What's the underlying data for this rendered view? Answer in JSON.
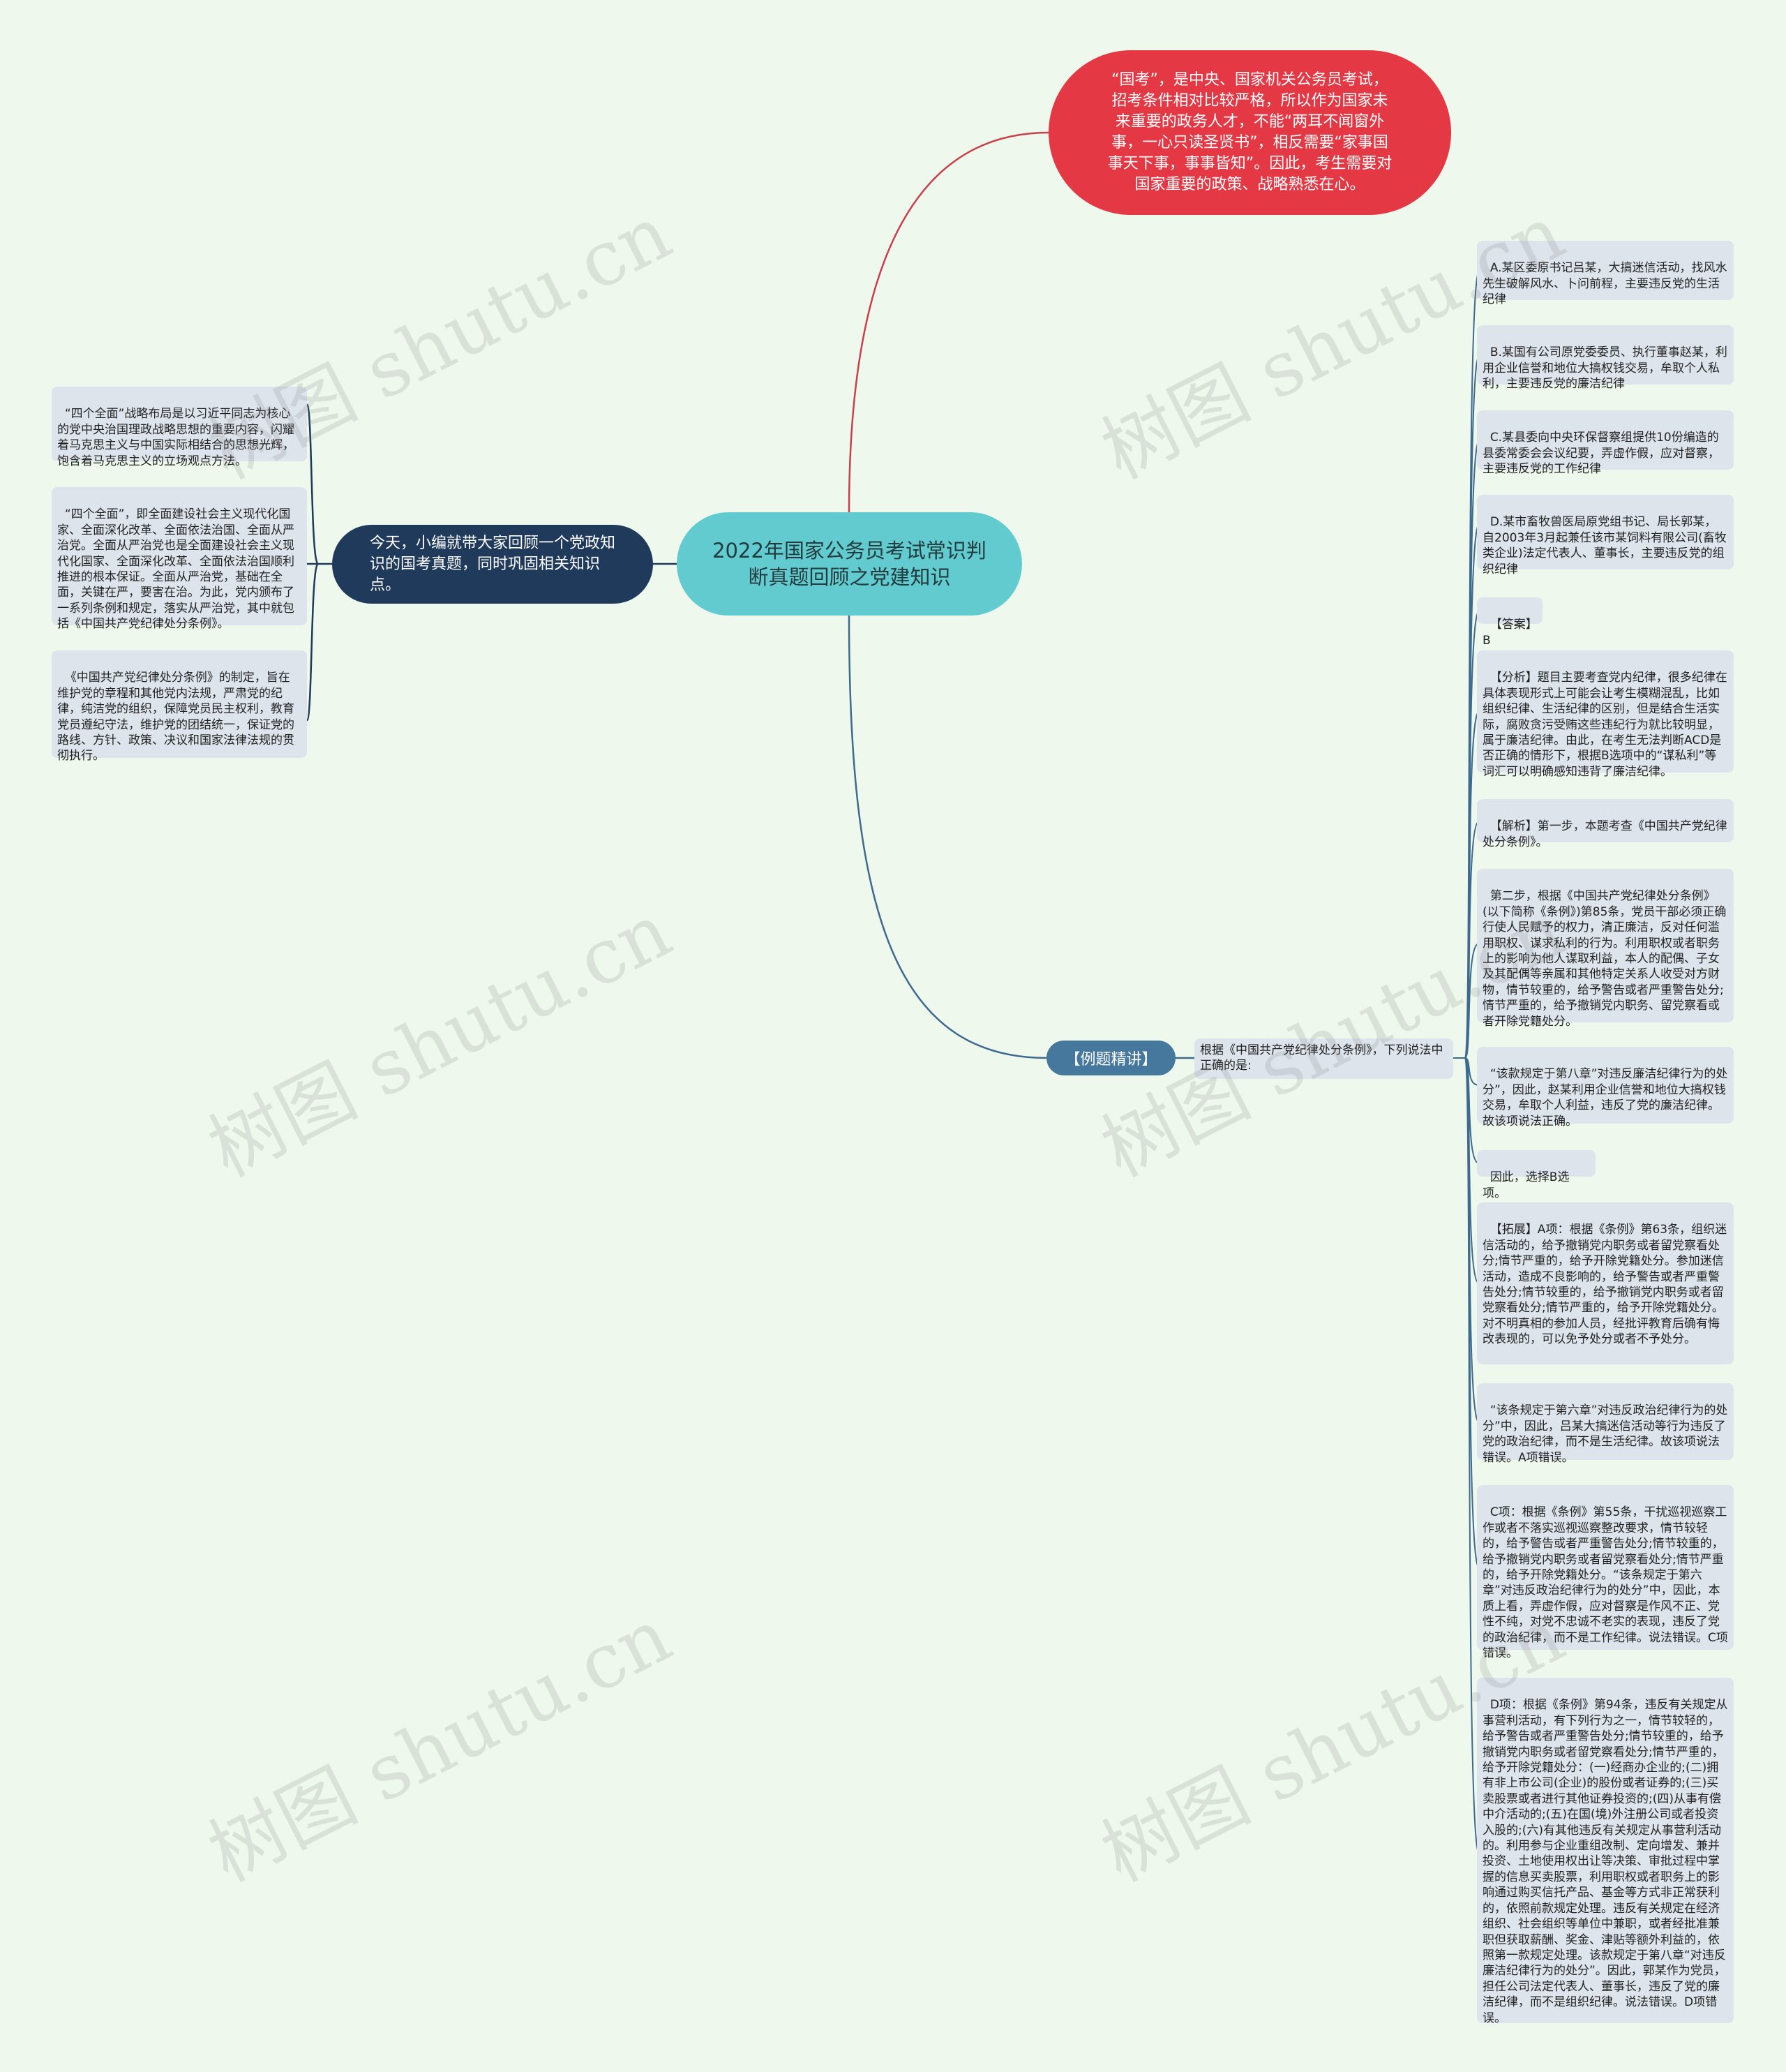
{
  "root": {
    "title": "2022年国家公务员考试常识判断真题回顾之党建知识"
  },
  "intro_node": {
    "text": "“国考”，是中央、国家机关公务员考试，招考条件相对比较严格，所以作为国家未来重要的政务人才，不能“两耳不闻窗外事，一心只读圣贤书”，相反需要“家事国事天下事，事事皆知”。因此，考生需要对国家重要的政策、战略熟悉在心。"
  },
  "left_branch": {
    "label": "今天，小编就带大家回顾一个党政知识的国考真题，同时巩固相关知识点。",
    "leaves": [
      "“四个全面”战略布局是以习近平同志为核心的党中央治国理政战略思想的重要内容，闪耀着马克思主义与中国实际相结合的思想光辉，饱含着马克思主义的立场观点方法。",
      "“四个全面”，即全面建设社会主义现代化国家、全面深化改革、全面依法治国、全面从严治党。全面从严治党也是全面建设社会主义现代化国家、全面深化改革、全面依法治国顺利推进的根本保证。全面从严治党，基础在全面，关键在严，要害在治。为此，党内颁布了一系列条例和规定，落实从严治党，其中就包括《中国共产党纪律处分条例》。",
      "《中国共产党纪律处分条例》的制定，旨在维护党的章程和其他党内法规，严肃党的纪律，纯洁党的组织，保障党员民主权利，教育党员遵纪守法，维护党的团结统一，保证党的路线、方针、政策、决议和国家法律法规的贯彻执行。"
    ]
  },
  "right_branch": {
    "tag": "【例题精讲】",
    "question": "根据《中国共产党纪律处分条例》，下列说法中正确的是:",
    "leaves": [
      "A.某区委原书记吕某，大搞迷信活动，找风水先生破解风水、卜问前程，主要违反党的生活纪律",
      "B.某国有公司原党委委员、执行董事赵某，利用企业信誉和地位大搞权钱交易，牟取个人私利，主要违反党的廉洁纪律",
      "C.某县委向中央环保督察组提供10份编造的县委常委会会议纪要，弄虚作假，应对督察，主要违反党的工作纪律",
      "D.某市畜牧兽医局原党组书记、局长郭某，自2003年3月起兼任该市某饲料有限公司(畜牧类企业)法定代表人、董事长，主要违反党的组织纪律",
      "【答案】B",
      "【分析】题目主要考查党内纪律，很多纪律在具体表现形式上可能会让考生模糊混乱，比如组织纪律、生活纪律的区别，但是结合生活实际，腐败贪污受贿这些违纪行为就比较明显，属于廉洁纪律。由此，在考生无法判断ACD是否正确的情形下，根据B选项中的“谋私利”等词汇可以明确感知违背了廉洁纪律。",
      "【解析】第一步，本题考查《中国共产党纪律处分条例》。",
      "第二步，根据《中国共产党纪律处分条例》(以下简称《条例》)第85条，党员干部必须正确行使人民赋予的权力，清正廉洁，反对任何滥用职权、谋求私利的行为。利用职权或者职务上的影响为他人谋取利益，本人的配偶、子女及其配偶等亲属和其他特定关系人收受对方财物，情节较重的，给予警告或者严重警告处分;情节严重的，给予撤销党内职务、留党察看或者开除党籍处分。",
      "“该款规定于第八章”对违反廉洁纪律行为的处分”，因此，赵某利用企业信誉和地位大搞权钱交易，牟取个人利益，违反了党的廉洁纪律。故该项说法正确。",
      "因此，选择B选项。",
      "【拓展】A项：根据《条例》第63条，组织迷信活动的，给予撤销党内职务或者留党察看处分;情节严重的，给予开除党籍处分。参加迷信活动，造成不良影响的，给予警告或者严重警告处分;情节较重的，给予撤销党内职务或者留党察看处分;情节严重的，给予开除党籍处分。对不明真相的参加人员，经批评教育后确有悔改表现的，可以免予处分或者不予处分。",
      "“该条规定于第六章”对违反政治纪律行为的处分”中，因此，吕某大搞迷信活动等行为违反了党的政治纪律，而不是生活纪律。故该项说法错误。A项错误。",
      "C项：根据《条例》第55条，干扰巡视巡察工作或者不落实巡视巡察整改要求，情节较轻的，给予警告或者严重警告处分;情节较重的，给予撤销党内职务或者留党察看处分;情节严重的，给予开除党籍处分。“该条规定于第六章”对违反政治纪律行为的处分”中，因此，本质上看，弄虚作假，应对督察是作风不正、党性不纯，对党不忠诚不老实的表现，违反了党的政治纪律，而不是工作纪律。说法错误。C项错误。",
      "D项：根据《条例》第94条，违反有关规定从事营利活动，有下列行为之一，情节较轻的，给予警告或者严重警告处分;情节较重的，给予撤销党内职务或者留党察看处分;情节严重的，给予开除党籍处分：(一)经商办企业的;(二)拥有非上市公司(企业)的股份或者证券的;(三)买卖股票或者进行其他证券投资的;(四)从事有偿中介活动的;(五)在国(境)外注册公司或者投资入股的;(六)有其他违反有关规定从事营利活动的。利用参与企业重组改制、定向增发、兼并投资、土地使用权出让等决策、审批过程中掌握的信息买卖股票，利用职权或者职务上的影响通过购买信托产品、基金等方式非正常获利的，依照前款规定处理。违反有关规定在经济组织、社会组织等单位中兼职，或者经批准兼职但获取薪酬、奖金、津贴等额外利益的，依照第一款规定处理。该款规定于第八章“对违反廉洁纪律行为的处分”。因此，郭某作为党员，担任公司法定代表人、董事长，违反了党的廉洁纪律，而不是组织纪律。说法错误。D项错误。"
    ]
  },
  "watermark": "树图 shutu.cn",
  "colors": {
    "background": "#eff8ed",
    "root": "#62cbd0",
    "intro": "#e43845",
    "left_branch": "#203a5c",
    "tag": "#46789e",
    "leaf": "#dde4ec",
    "line_intro": "#c8404a",
    "line_left": "#203a5c",
    "line_right": "#3e6a8f"
  }
}
